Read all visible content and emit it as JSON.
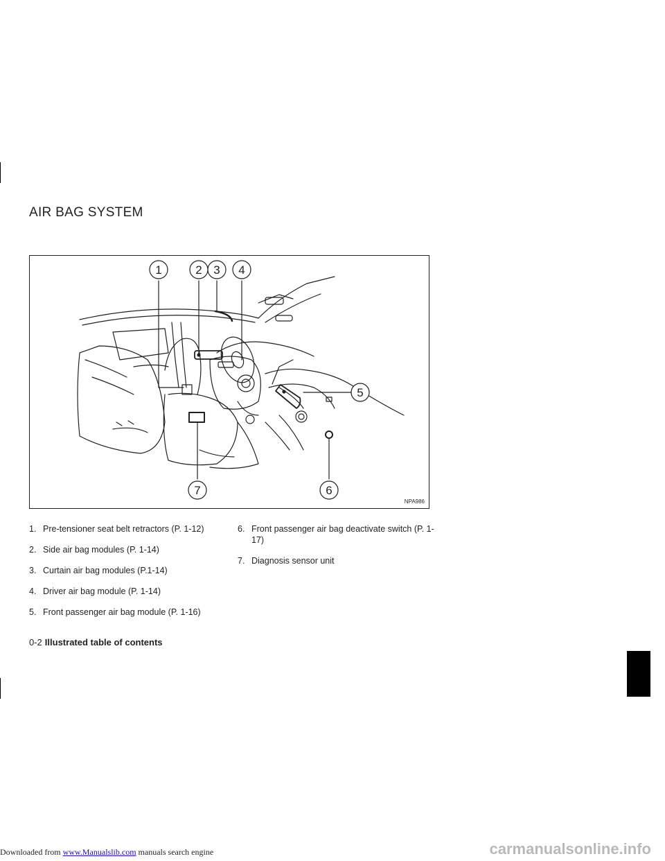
{
  "header": {
    "download_prefix": "Downloaded from",
    "download_link": "www.Manualslib.com",
    "download_suffix": "manuals search engine"
  },
  "watermark": "carmanualsonline.info",
  "section_title": "AIR BAG SYSTEM",
  "figure": {
    "code": "NPA986",
    "callouts": [
      "1",
      "2",
      "3",
      "4",
      "5",
      "6",
      "7"
    ]
  },
  "components": [
    {
      "num": "1.",
      "text": "Pre-tensioner seat belt retractors (P. 1-12)"
    },
    {
      "num": "2.",
      "text": "Side air bag modules (P. 1-14)"
    },
    {
      "num": "3.",
      "text": "Curtain air bag modules (P.1-14)"
    },
    {
      "num": "4.",
      "text": "Driver air bag module (P. 1-14)"
    },
    {
      "num": "5.",
      "text": "Front passenger air bag module (P. 1-16)"
    },
    {
      "num": "6.",
      "text": "Front passenger air bag deactivate switch (P. 1-17)"
    },
    {
      "num": "7.",
      "text": "Diagnosis sensor unit"
    }
  ],
  "footer": {
    "page_number": "0-2",
    "section_name": "Illustrated table of contents"
  }
}
